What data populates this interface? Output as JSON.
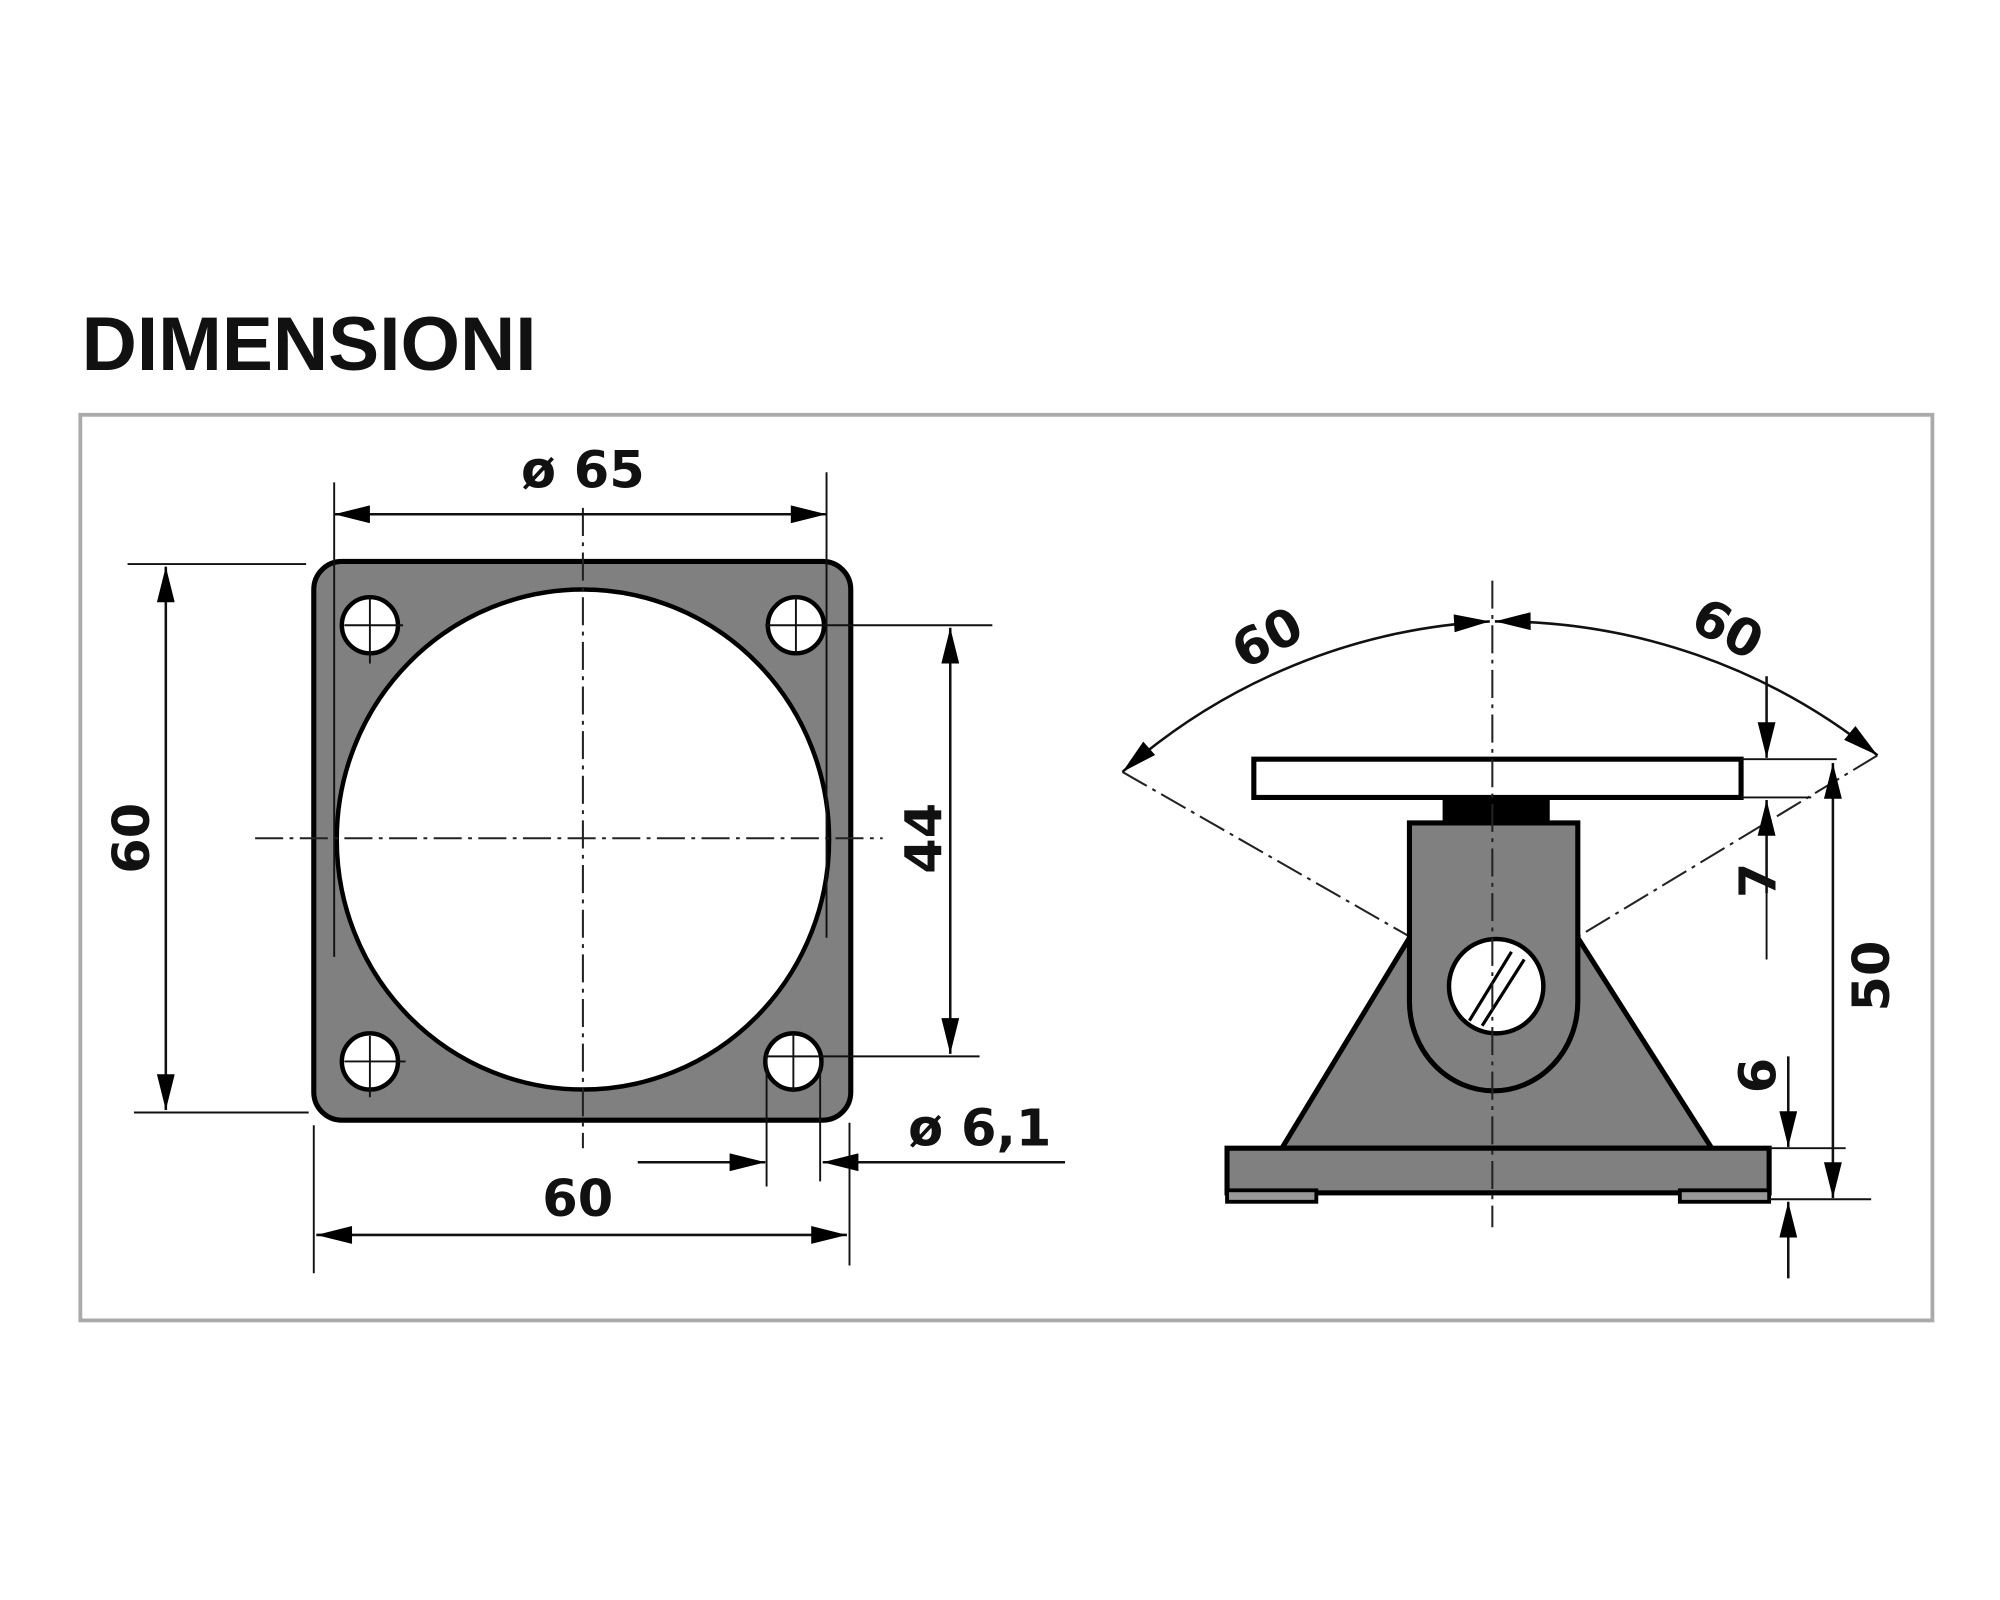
{
  "title": "DIMENSIONI",
  "colors": {
    "part_fill": "#808080",
    "frame": "#aaaaaa",
    "line": "#000000"
  },
  "front_view": {
    "diameter_label": "ø 65",
    "height_label": "60",
    "hole_spacing_label": "44",
    "width_label": "60",
    "hole_diameter_label": "ø 6,1"
  },
  "side_view": {
    "angle_left_label": "60",
    "angle_right_label": "60",
    "plate_thickness_label": "7",
    "total_height_label": "50",
    "base_thickness_label": "6"
  }
}
